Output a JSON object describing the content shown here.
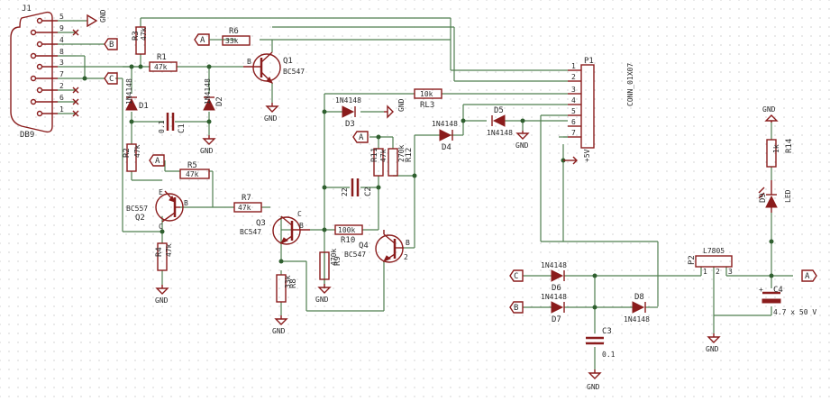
{
  "connector_j1": {
    "ref": "J1",
    "value": "DB9",
    "pins": [
      "5",
      "9",
      "4",
      "8",
      "3",
      "7",
      "2",
      "6",
      "1"
    ]
  },
  "connector_p1": {
    "ref": "P1",
    "value": "CONN_01X07",
    "pins": [
      "1",
      "2",
      "3",
      "4",
      "5",
      "6",
      "7"
    ]
  },
  "regulator": {
    "ref": "P2",
    "value": "L7805"
  },
  "resistors": {
    "r1": {
      "ref": "R1",
      "value": "47k"
    },
    "r2": {
      "ref": "R2",
      "value": "47k"
    },
    "r3": {
      "ref": "R3",
      "value": "47k"
    },
    "r4": {
      "ref": "R4",
      "value": "47k"
    },
    "r5": {
      "ref": "R5",
      "value": "47k"
    },
    "r6": {
      "ref": "R6",
      "value": "33k"
    },
    "r7": {
      "ref": "R7",
      "value": "47k"
    },
    "r8": {
      "ref": "R8",
      "value": "33k"
    },
    "r9": {
      "ref": "R9",
      "value": "470k"
    },
    "r10": {
      "ref": "R10",
      "value": "100k"
    },
    "r11": {
      "ref": "R11",
      "value": "47k"
    },
    "r12": {
      "ref": "R12",
      "value": "270k"
    },
    "r13": {
      "ref": "RL3",
      "value": "10k"
    },
    "r14": {
      "ref": "R14",
      "value": "1k"
    }
  },
  "capacitors": {
    "c1": {
      "ref": "C1",
      "value": "0.1"
    },
    "c2": {
      "ref": "C2",
      "value": "22"
    },
    "c3": {
      "ref": "C3",
      "value": "0.1"
    },
    "c4": {
      "ref": "C4",
      "value": "4.7 x 50 V"
    }
  },
  "diodes": {
    "d1": {
      "ref": "D1",
      "value": "1N4148"
    },
    "d2": {
      "ref": "D2",
      "value": "1N4148"
    },
    "d3": {
      "ref": "D3",
      "value": "1N4148"
    },
    "d4": {
      "ref": "D4",
      "value": "1N4148"
    },
    "d5": {
      "ref": "D5",
      "value": "1N4148"
    },
    "d6": {
      "ref": "D6",
      "value": "1N4148"
    },
    "d7": {
      "ref": "D7",
      "value": "1N4148"
    },
    "d8": {
      "ref": "D8",
      "value": "1N4148"
    },
    "d9": {
      "ref": "D9",
      "value": "LED"
    }
  },
  "transistors": {
    "q1": {
      "ref": "Q1",
      "value": "BC547"
    },
    "q2": {
      "ref": "Q2",
      "value": "BC557"
    },
    "q3": {
      "ref": "Q3",
      "value": "BC547"
    },
    "q4": {
      "ref": "Q4",
      "value": "BC547"
    }
  },
  "labels": {
    "gnd": "GND",
    "plus5v": "+5V",
    "sig_a": "A",
    "sig_b": "B",
    "sig_c": "C",
    "pin_b": "B",
    "pin_c": "C",
    "pin_e": "E",
    "pin_1": "1",
    "pin_2": "2",
    "pin_3": "3"
  },
  "colors": {
    "wire": "#4f7f4f",
    "component": "#8a1c1c",
    "grid_dot": "#b8b8b8"
  }
}
